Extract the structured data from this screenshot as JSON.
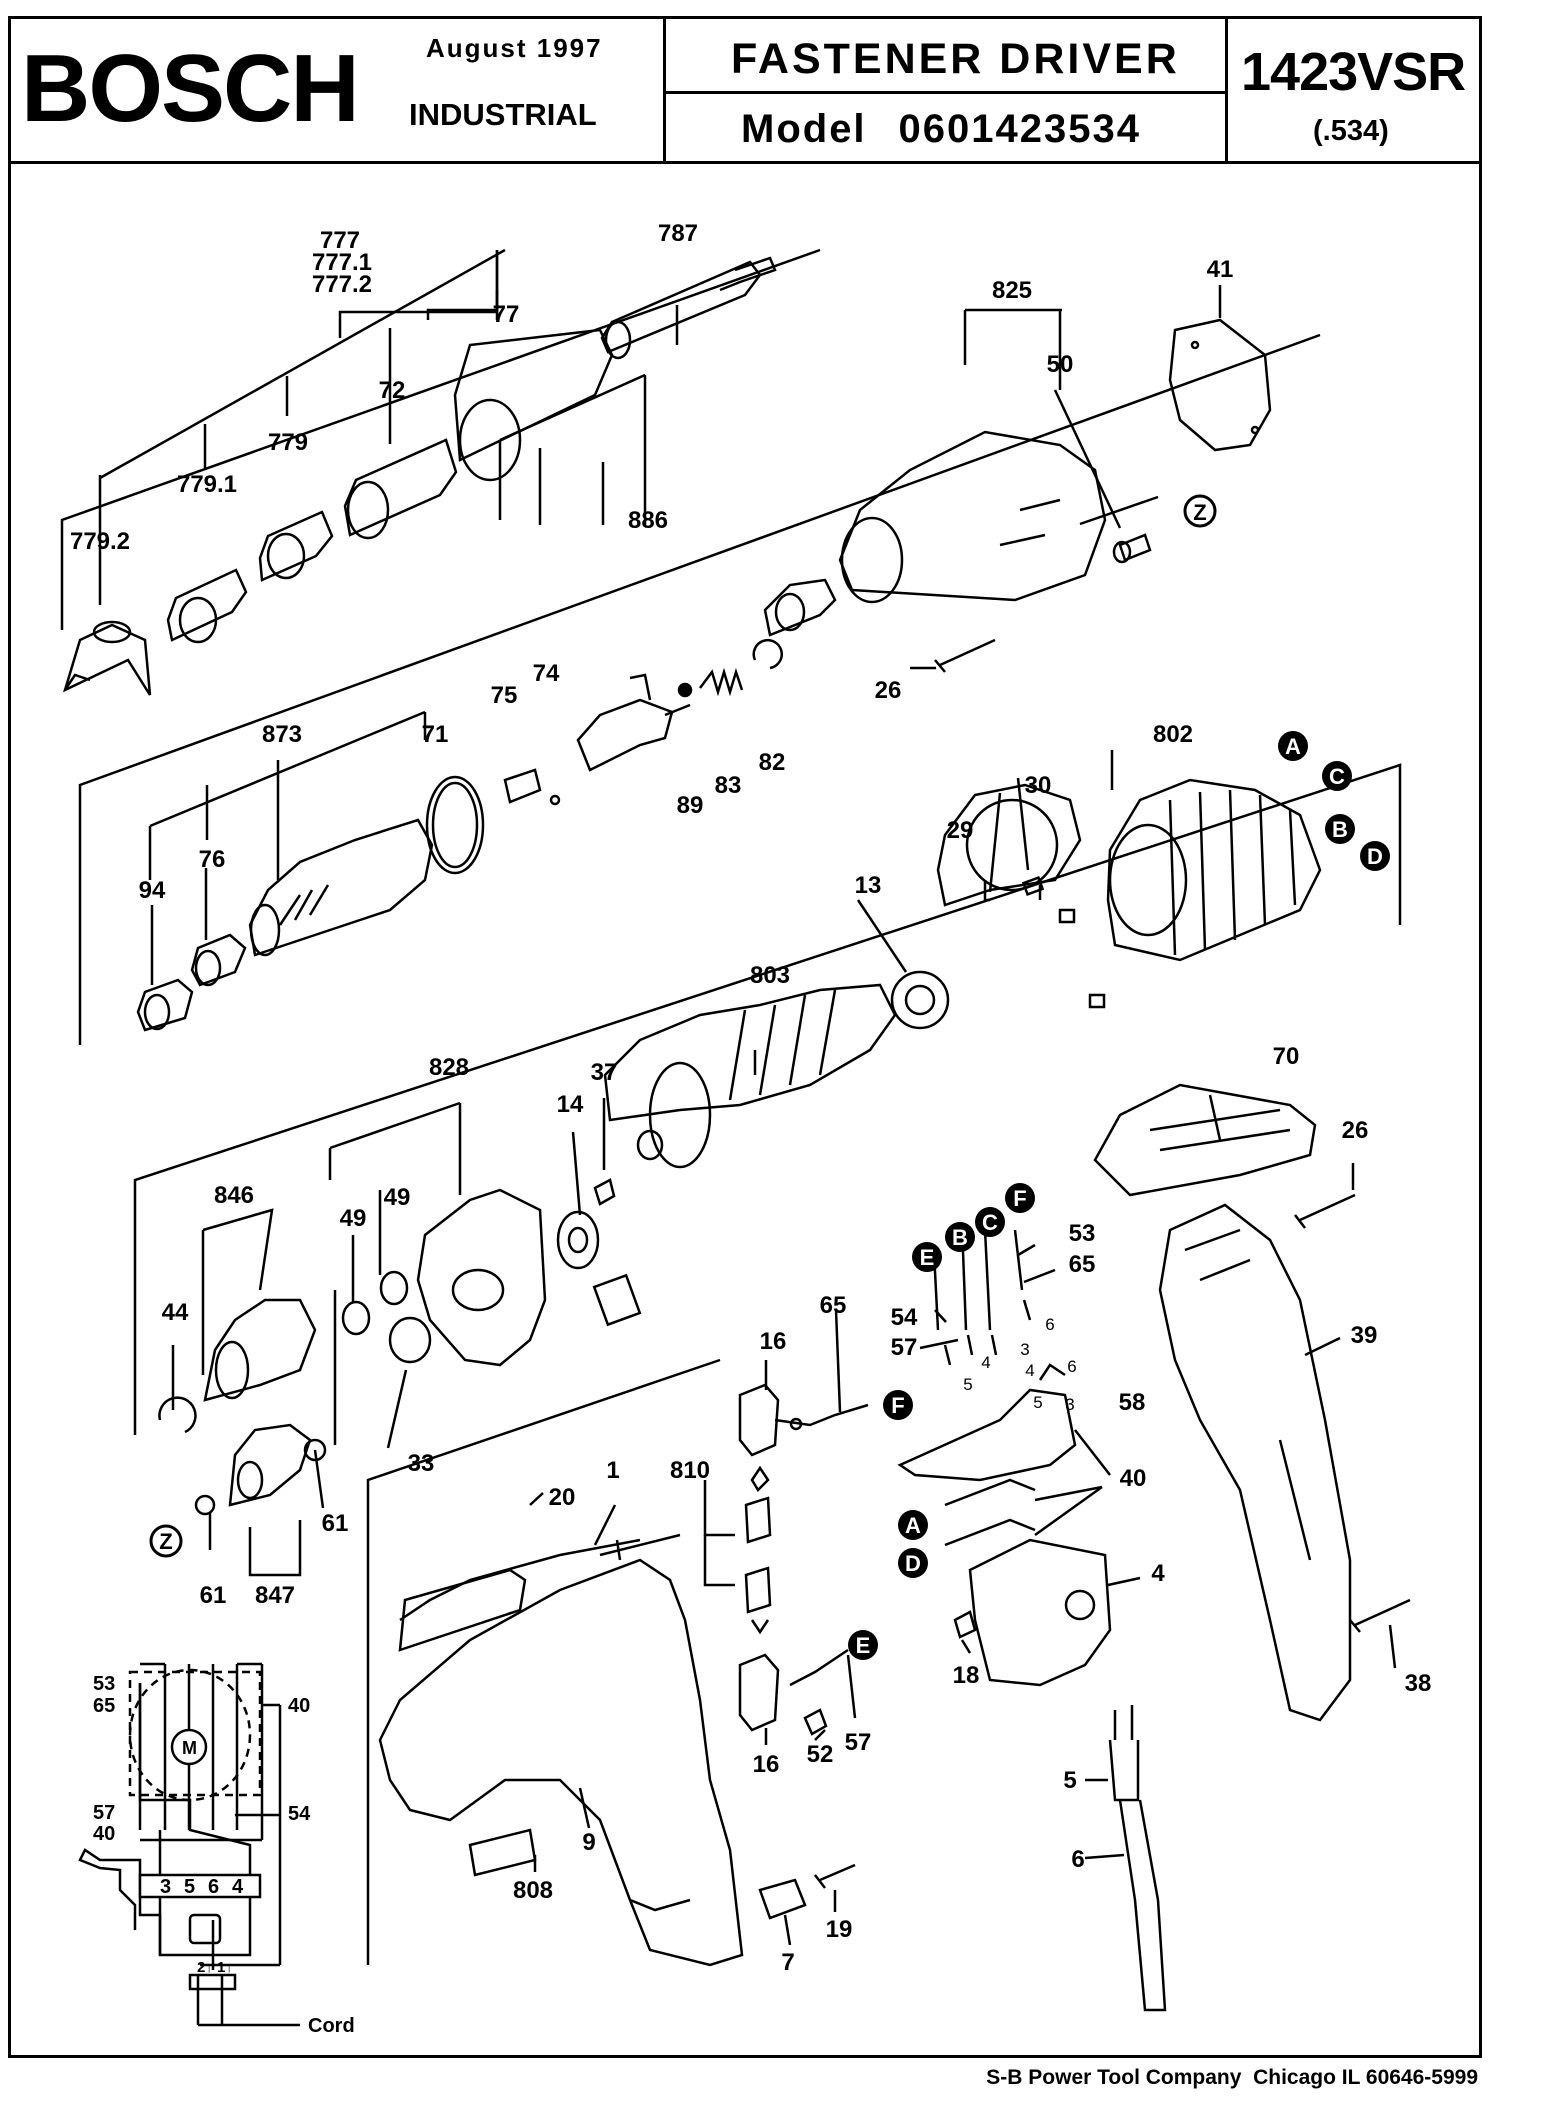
{
  "header": {
    "brand": "BOSCH",
    "date": "August  1997",
    "division": "INDUSTRIAL",
    "product": "FASTENER  DRIVER",
    "model_label": "Model",
    "model_number": "0601423534",
    "tool_number": "1423VSR",
    "tool_suffix": "(.534)"
  },
  "footer": "S-B Power Tool Company  Chicago IL 60646-5999",
  "parts": {
    "p777": "777",
    "p777_1": "777.1",
    "p777_2": "777.2",
    "p787": "787",
    "p825": "825",
    "p41": "41",
    "p77": "77",
    "p50": "50",
    "p72": "72",
    "p779": "779",
    "p779_1": "779.1",
    "p779_2": "779.2",
    "p886": "886",
    "pZ1": "Z",
    "p74": "74",
    "p75": "75",
    "p26a": "26",
    "p873": "873",
    "p71": "71",
    "p89": "89",
    "p83": "83",
    "p82": "82",
    "p802": "802",
    "pA1": "A",
    "pC1": "C",
    "pB1": "B",
    "pD1": "D",
    "p30": "30",
    "p29": "29",
    "p94": "94",
    "p76": "76",
    "p13": "13",
    "p803": "803",
    "p70": "70",
    "p26b": "26",
    "p828": "828",
    "p37": "37",
    "p14": "14",
    "p846": "846",
    "p49a": "49",
    "p49b": "49",
    "p44": "44",
    "p33": "33",
    "pE1": "E",
    "pB2": "B",
    "pC2": "C",
    "pF1": "F",
    "p53a": "53",
    "p65a": "65",
    "p54a": "54",
    "p57a": "57",
    "w5a": "5",
    "w4": "4",
    "w3": "3",
    "w6": "6",
    "p39": "39",
    "p16a": "16",
    "p65b": "65",
    "pF2": "F",
    "p58": "58",
    "s4": "4",
    "s6": "6",
    "s5": "5",
    "s3": "3",
    "p40a": "40",
    "pA2": "A",
    "pD2": "D",
    "p4": "4",
    "p61a": "61",
    "p61b": "61",
    "pZ2": "Z",
    "p847": "847",
    "p20": "20",
    "p1": "1",
    "p810": "810",
    "pE2": "E",
    "p57b": "57",
    "p52": "52",
    "p18": "18",
    "p38": "38",
    "p16b": "16",
    "p9": "9",
    "p808": "808",
    "p5": "5",
    "p6": "6",
    "p7": "7",
    "p19": "19",
    "sc53": "53",
    "sc65": "65",
    "sc57": "57",
    "sc40a": "40",
    "sc40b": "40",
    "sc54": "54",
    "scM": "M",
    "t3": "3",
    "t5": "5",
    "t6": "6",
    "t4": "4",
    "tb": "2↑ 1↑",
    "cord": "Cord"
  }
}
